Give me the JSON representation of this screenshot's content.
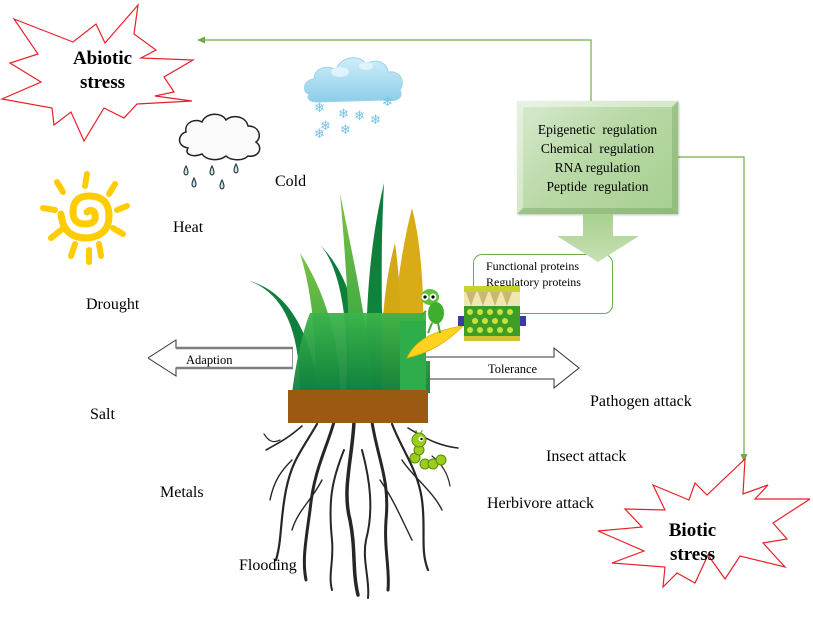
{
  "diagram": {
    "abiotic": {
      "line1": "Abiotic",
      "line2": "stress"
    },
    "biotic": {
      "line1": "Biotic",
      "line2": "stress"
    },
    "regulation": {
      "items": [
        "Epigenetic  regulation",
        "Chemical  regulation",
        "RNA regulation",
        "Peptide  regulation"
      ]
    },
    "proteins": {
      "items": [
        "Functional proteins",
        "Regulatory proteins"
      ]
    },
    "arrows": {
      "left": "Adaption",
      "right": "Tolerance"
    },
    "abiotic_factors": [
      "Cold",
      "Heat",
      "Drought",
      "Salt",
      "Metals",
      "Flooding"
    ],
    "biotic_factors": [
      "Pathogen attack",
      "Insect attack",
      "Herbivore attack"
    ],
    "colors": {
      "burst_stroke": "#e8202a",
      "connector": "#70ad47",
      "soil": "#9a5a12",
      "grass_dark": "#0e7a3a",
      "grass_mid": "#35b04a",
      "grass_light": "#7cc242",
      "grass_yellow": "#d9ac17",
      "sun": "#ffcc00",
      "snow_cloud": "#a9dcf0"
    }
  }
}
